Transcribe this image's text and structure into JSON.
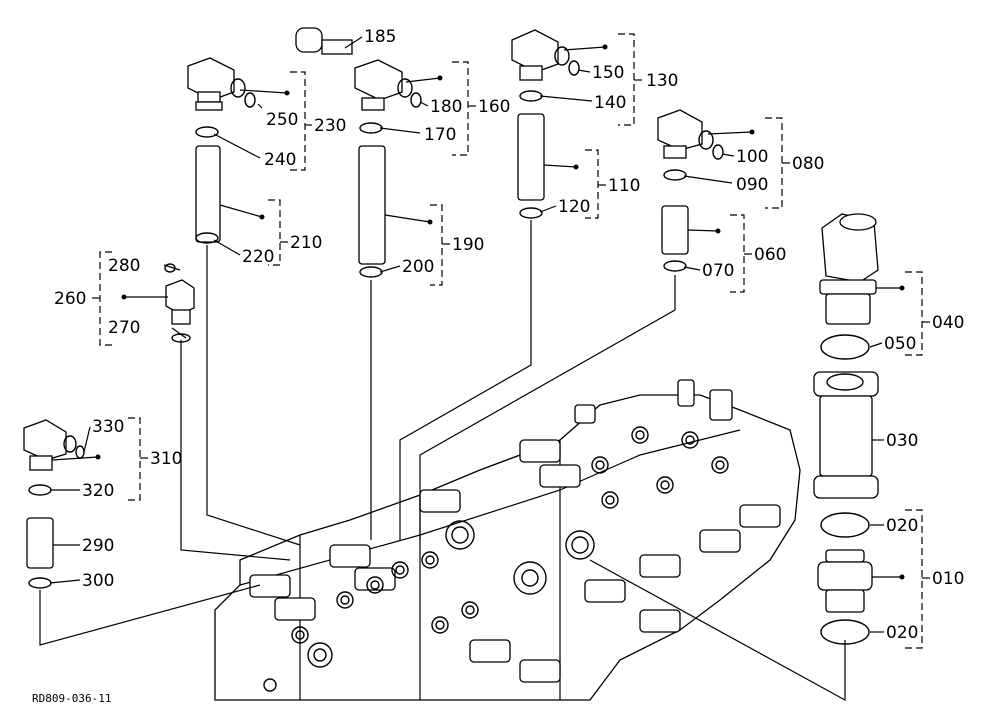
{
  "diagram": {
    "drawing_code": "RD809-036-11",
    "labels": {
      "p185": "185",
      "p130": "130",
      "p150": "150",
      "p160": "160",
      "p180": "180",
      "p140": "140",
      "p230": "230",
      "p250": "250",
      "p170": "170",
      "p240": "240",
      "p100": "100",
      "p080": "080",
      "p110": "110",
      "p090": "090",
      "p120": "120",
      "p210": "210",
      "p190": "190",
      "p060": "060",
      "p220": "220",
      "p200": "200",
      "p070": "070",
      "p280": "280",
      "p260": "260",
      "p040": "040",
      "p270": "270",
      "p050": "050",
      "p330": "330",
      "p310": "310",
      "p030": "030",
      "p320": "320",
      "p290": "290",
      "p020a": "020",
      "p010": "010",
      "p300": "300",
      "p020b": "020"
    }
  }
}
